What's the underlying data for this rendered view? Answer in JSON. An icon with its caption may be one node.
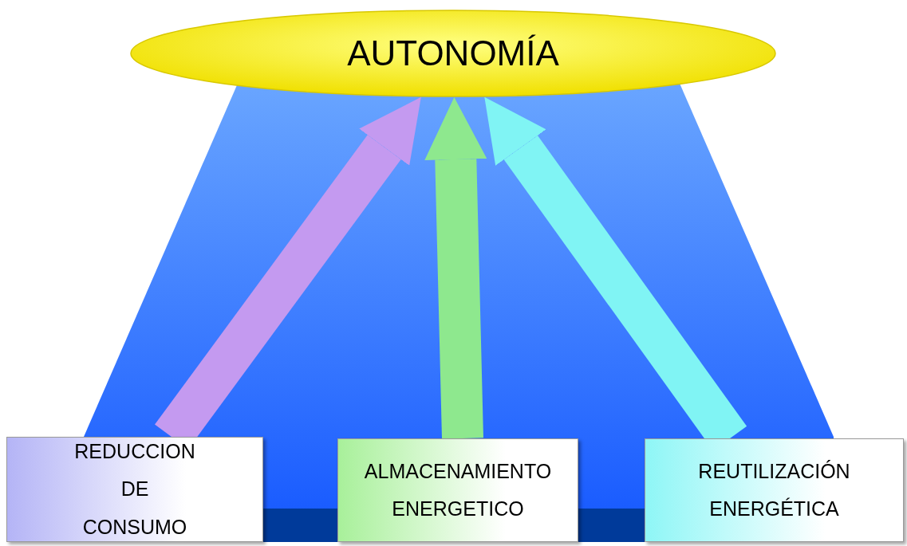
{
  "diagram": {
    "nodes": [
      {
        "text": [
          "AUTONOMÍA"
        ]
      },
      {
        "text": [
          "REDUCCION DE CONSUMO"
        ]
      },
      {
        "text": [
          "ALMACENAMIENTO ENERGETICO"
        ]
      },
      {
        "text": [
          "REUTILIZACIÓN ENERGÉTICA"
        ]
      }
    ],
    "edges": [
      {
        "from": 1,
        "to": 0,
        "arrow": "to",
        "color": "#c49af0"
      },
      {
        "from": 2,
        "to": 0,
        "arrow": "to",
        "color": "#8ee88e"
      },
      {
        "from": 3,
        "to": 0,
        "arrow": "to",
        "color": "#80f4f4"
      }
    ]
  }
}
